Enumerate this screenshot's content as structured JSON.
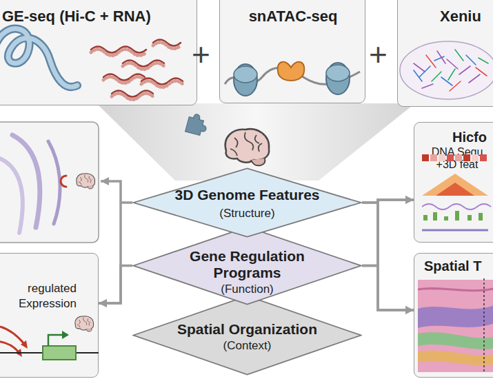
{
  "diagram": {
    "nodes": [
      {
        "text": [
          "GE-seq (Hi-C + RNA)"
        ]
      },
      {
        "text": [
          "snATAC-seq"
        ]
      },
      {
        "text": [
          "Xeniu"
        ]
      },
      {
        "text": [
          "Hicfo",
          "DNA Sequ +3D feat"
        ]
      },
      {
        "text": [
          "3D Genome Features",
          "(Structure)"
        ]
      },
      {
        "text": [
          "Gene Regulation Programs",
          "(Function)"
        ]
      },
      {
        "text": [
          "Spatial Organization",
          "(Context)"
        ]
      },
      {
        "text": [
          "regulated Expression"
        ]
      },
      {
        "text": [
          "Spatial T"
        ]
      }
    ],
    "edges": [
      {
        "from": 4,
        "to": 7,
        "arrow": "to"
      },
      {
        "from": 5,
        "to": 7,
        "arrow": "to"
      },
      {
        "from": 4,
        "to": 3,
        "arrow": "to"
      },
      {
        "from": 4,
        "to": 8,
        "arrow": "to"
      },
      {
        "from": 5,
        "to": 3,
        "arrow": "to"
      },
      {
        "from": 5,
        "to": 8,
        "arrow": "to"
      }
    ],
    "labels": [
      "+",
      "+"
    ]
  }
}
